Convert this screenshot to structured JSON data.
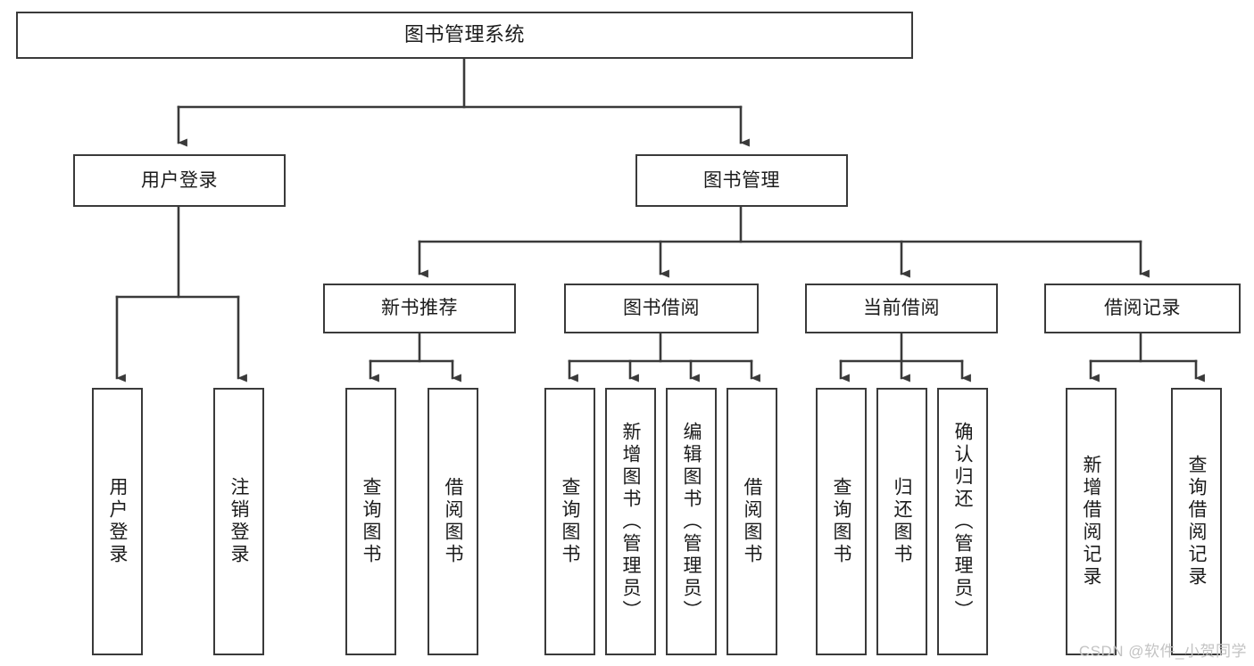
{
  "diagram": {
    "type": "tree-hierarchy-chart",
    "title": "图书管理系统",
    "line_color": "#3a3a3a",
    "box_fill": "#ffffff",
    "text_color": "#1b1b1b",
    "watermark": "CSDN @软件_小贺同学"
  },
  "nodes": {
    "root": {
      "label": "图书管理系统"
    },
    "level2": [
      {
        "id": "user-login",
        "label": "用户登录"
      },
      {
        "id": "book-manage",
        "label": "图书管理"
      }
    ],
    "level3": [
      {
        "id": "new-book-recommend",
        "label": "新书推荐"
      },
      {
        "id": "book-borrow",
        "label": "图书借阅"
      },
      {
        "id": "current-borrow",
        "label": "当前借阅"
      },
      {
        "id": "borrow-record",
        "label": "借阅记录"
      }
    ],
    "leaves": {
      "user-login": [
        {
          "id": "leaf-user-login",
          "label": "用户登录"
        },
        {
          "id": "leaf-logout-login",
          "label": "注销登录"
        }
      ],
      "new-book-recommend": [
        {
          "id": "leaf-query-book-1",
          "label": "查询图书"
        },
        {
          "id": "leaf-borrow-book-1",
          "label": "借阅图书"
        }
      ],
      "book-borrow": [
        {
          "id": "leaf-query-book-2",
          "label": "查询图书"
        },
        {
          "id": "leaf-add-book-admin",
          "label": "新增图书（管理员）"
        },
        {
          "id": "leaf-edit-book-admin",
          "label": "编辑图书（管理员）"
        },
        {
          "id": "leaf-borrow-book-2",
          "label": "借阅图书"
        }
      ],
      "current-borrow": [
        {
          "id": "leaf-query-book-3",
          "label": "查询图书"
        },
        {
          "id": "leaf-return-book",
          "label": "归还图书"
        },
        {
          "id": "leaf-confirm-return-admin",
          "label": "确认归还（管理员）"
        }
      ],
      "borrow-record": [
        {
          "id": "leaf-add-borrow-record",
          "label": "新增借阅记录"
        },
        {
          "id": "leaf-query-borrow-record",
          "label": "查询借阅记录"
        }
      ]
    }
  }
}
